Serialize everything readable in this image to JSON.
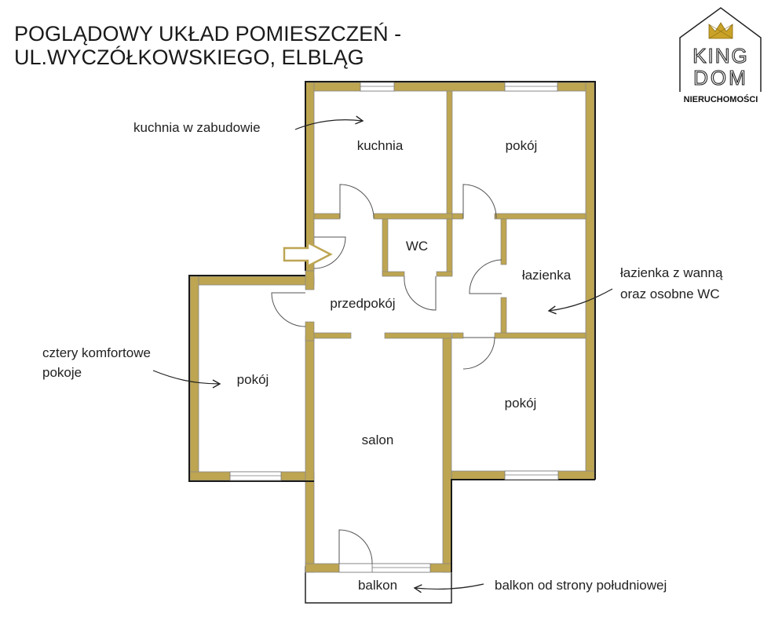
{
  "header": {
    "title_line1": "POGLĄDOWY UKŁAD POMIESZCZEŃ -",
    "title_line2": "UL.WYCZÓŁKOWSKIEGO, ELBLĄG"
  },
  "logo": {
    "word1": "KING",
    "word2": "DOM",
    "subtitle": "NIERUCHOMOŚCI",
    "icon": "crown-icon",
    "accent": "#c9a227"
  },
  "colors": {
    "wall": "#bda552",
    "wall_outline": "#1a1a1a",
    "entrance_arrow": "#bda552"
  },
  "rooms": {
    "kitchen": "kuchnia",
    "room_top_right": "pokój",
    "wc": "WC",
    "bathroom": "łazienka",
    "hallway": "przedpokój",
    "room_left": "pokój",
    "living_room": "salon",
    "room_bottom_right": "pokój",
    "balcony": "balkon"
  },
  "annotations": {
    "kitchen_note": "kuchnia w zabudowie",
    "bathroom_note_line1": "łazienka z wanną",
    "bathroom_note_line2": "oraz osobne WC",
    "rooms_note_line1": "cztery komfortowe",
    "rooms_note_line2": "pokoje",
    "balcony_note": "balkon od strony południowej"
  }
}
